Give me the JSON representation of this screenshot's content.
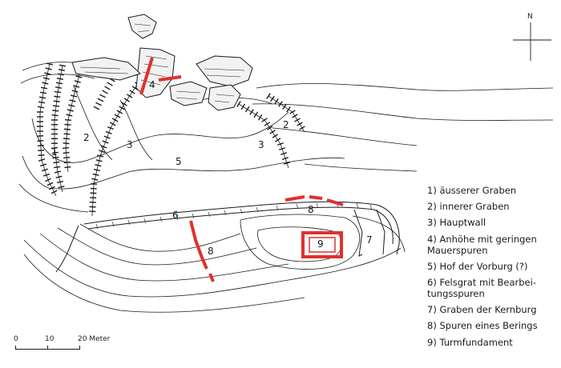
{
  "north_label": "N",
  "map_labels": {
    "ring_1": "1",
    "ring_2_west": "2",
    "ring_2_east": "2",
    "ring_3_west": "3",
    "ring_3_east": "3",
    "mound_4": "4",
    "court_5": "5",
    "ridge_6": "6",
    "ditch_7": "7",
    "wall_8_north": "8",
    "wall_8_west": "8",
    "tower_9": "9"
  },
  "legend": [
    {
      "num": "1)",
      "text": "äusserer Graben"
    },
    {
      "num": "2)",
      "text": "innerer Graben"
    },
    {
      "num": "3)",
      "text": "Hauptwall"
    },
    {
      "num": "4)",
      "text": "Anhöhe mit geringen\nMauerspuren"
    },
    {
      "num": "5)",
      "text": "Hof der Vorburg (?)"
    },
    {
      "num": "6)",
      "text": "Felsgrat mit Bearbei-\ntungsspuren"
    },
    {
      "num": "7)",
      "text": "Graben der Kernburg"
    },
    {
      "num": "8)",
      "text": "Spuren eines Berings"
    },
    {
      "num": "9)",
      "text": "Turmfundament"
    }
  ],
  "scale": {
    "label_0": "0",
    "label_10": "10",
    "label_20": "20 Meter"
  },
  "colors": {
    "ink": "#1a1a1a",
    "wall_red": "#e0312e",
    "rock_fill": "#f2f2f2"
  }
}
